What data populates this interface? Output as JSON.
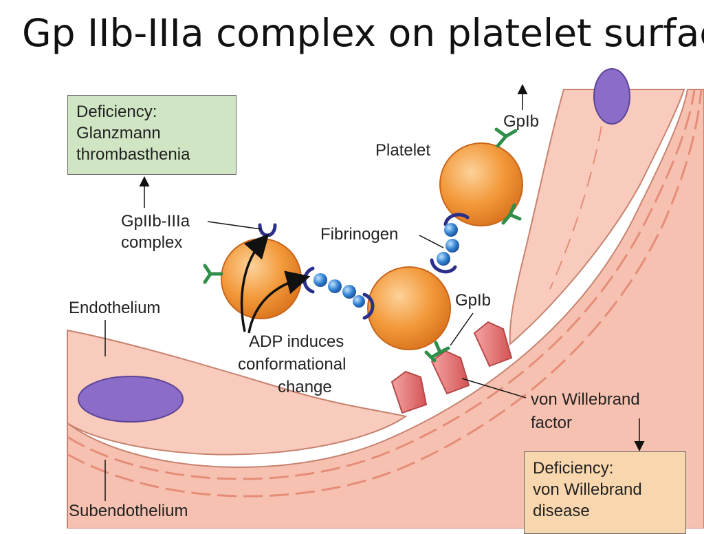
{
  "title": "Gp IIb-IIIa complex on platelet surfac",
  "deficiency_glanzmann": {
    "line1": "Deficiency:",
    "line2": "Glanzmann",
    "line3": "thrombasthenia"
  },
  "deficiency_vwd": {
    "line1": "Deficiency:",
    "line2": "von Willebrand",
    "line3": "disease"
  },
  "labels": {
    "gpIIbIIIa_line1": "GpIIb-IIIa",
    "gpIIbIIIa_line2": "complex",
    "platelet": "Platelet",
    "gpIb_top": "GpIb",
    "fibrinogen": "Fibrinogen",
    "gpIb_mid": "GpIb",
    "endothelium": "Endothelium",
    "adp_line1": "ADP induces",
    "adp_line2": "conformational",
    "adp_line3": "change",
    "vwf_line1": "von Willebrand",
    "vwf_line2": "factor",
    "subendothelium": "Subendothelium"
  },
  "colors": {
    "vessel_wall": "#f6c1b0",
    "subendothelium_band": "#e9a08c",
    "nucleus": "#8b6cc8",
    "platelet": "#f39a3c",
    "receptor_gpIb": "#2f8f4a",
    "receptor_gpIIbIIIa": "#2a2f8a",
    "fibrinogen_bead": "#2f7fd0",
    "vwf": "#e46d6d",
    "box_green": "#cfe5c3",
    "box_orange": "#f9d7ae"
  }
}
